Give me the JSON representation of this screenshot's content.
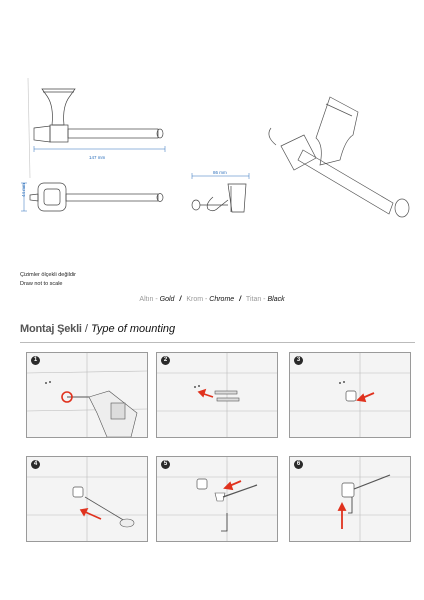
{
  "dimensions": {
    "width": "147 mm",
    "height": "44 mm",
    "depth": "86 mm"
  },
  "notes": {
    "line1": "Çizimler ölçekli değildir",
    "line2": "Draw not to scale"
  },
  "finishes": [
    {
      "tr": "Altın",
      "en": "Gold"
    },
    {
      "tr": "Krom",
      "en": "Chrome"
    },
    {
      "tr": "Titan",
      "en": "Black"
    }
  ],
  "mounting": {
    "title_tr": "Montaj Şekli",
    "separator": "/",
    "title_en": "Type of mounting"
  },
  "steps": [
    "1",
    "2",
    "3",
    "4",
    "5",
    "6"
  ],
  "colors": {
    "accent_arrow": "#e0321e",
    "dimension": "#2a6ebb",
    "panel_border": "#9a9a9a"
  }
}
